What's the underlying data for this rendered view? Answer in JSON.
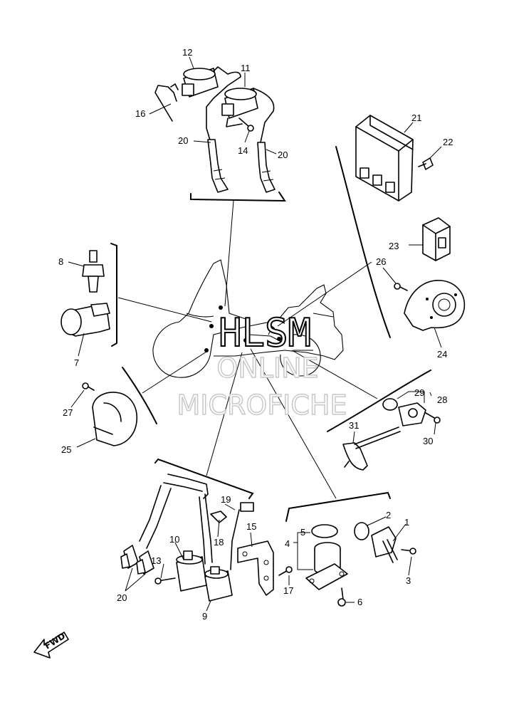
{
  "callouts": {
    "c1": "1",
    "c2": "2",
    "c3": "3",
    "c4": "4",
    "c5": "5",
    "c6": "6",
    "c7": "7",
    "c8": "8",
    "c9": "9",
    "c10": "10",
    "c11": "11",
    "c12": "12",
    "c13": "13",
    "c14": "14",
    "c15": "15",
    "c16": "16",
    "c17": "17",
    "c18": "18",
    "c19": "19",
    "c20a": "20",
    "c20b": "20",
    "c20c": "20",
    "c21": "21",
    "c22": "22",
    "c23": "23",
    "c24": "24",
    "c25": "25",
    "c26": "26",
    "c27": "27",
    "c28": "28",
    "c29": "29",
    "c30": "30",
    "c31": "31"
  },
  "watermark": {
    "line1": "HLSM",
    "line2": "ONLINE",
    "line3": "MICROFICHE"
  },
  "fwd_label": "FWD"
}
